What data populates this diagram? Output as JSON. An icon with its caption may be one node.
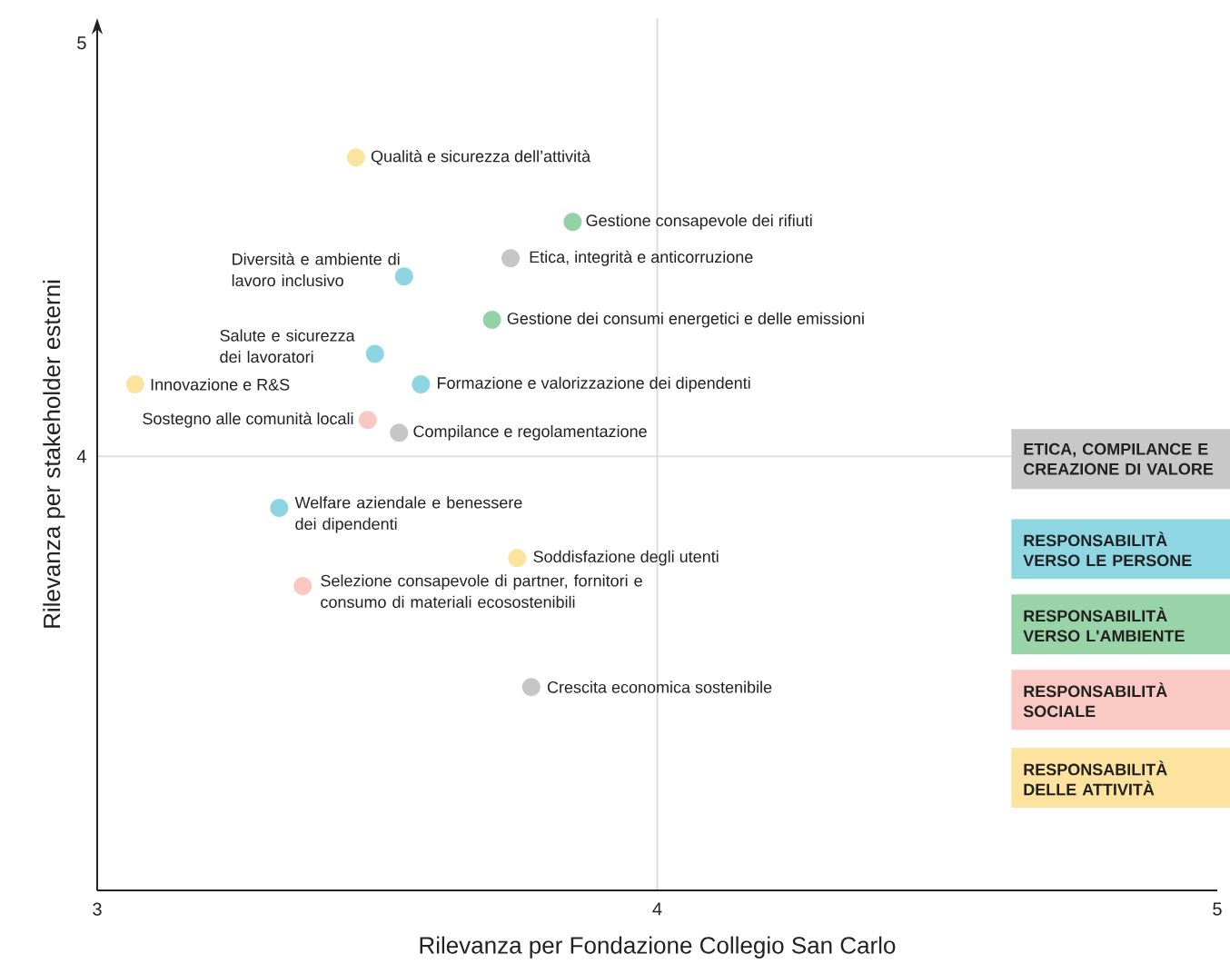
{
  "diagram": {
    "chart_data": {
      "type": "scatter",
      "xlabel": "Rilevanza per Fondazione Collegio San Carlo",
      "ylabel": "Rilevanza per stakeholder esterni",
      "xlim": [
        3,
        5
      ],
      "ylim": [
        2.95,
        5.06
      ],
      "xticks": [
        3,
        4,
        5
      ],
      "yticks": [
        4,
        5
      ],
      "series": [
        {
          "color": "#c6c6c6",
          "x": [
            3.738,
            3.539,
            3.775
          ],
          "values": [
            4.479,
            4.057,
            3.442
          ]
        },
        {
          "color": "#8dd5e2",
          "x": [
            3.548,
            3.496,
            3.578,
            3.325
          ],
          "values": [
            4.435,
            4.248,
            4.174,
            3.875
          ]
        },
        {
          "color": "#93d2a6",
          "x": [
            3.849,
            3.705
          ],
          "values": [
            4.567,
            4.33
          ]
        },
        {
          "color": "#f9c8c1",
          "x": [
            3.483,
            3.367
          ],
          "values": [
            4.088,
            3.686
          ]
        },
        {
          "color": "#fde49e",
          "x": [
            3.462,
            3.068,
            3.75
          ],
          "values": [
            4.723,
            4.174,
            3.754
          ]
        }
      ],
      "annotations": [
        {
          "text": "Qualità e sicurezza dell’attività",
          "x": 3.462,
          "y": 4.723
        },
        {
          "text": "Gestione consapevole dei rifiuti",
          "x": 3.849,
          "y": 4.567
        },
        {
          "text": "Etica, integrità e anticorruzione",
          "x": 3.738,
          "y": 4.479
        },
        {
          "text": "Diversità e ambiente di lavoro inclusivo",
          "x": 3.548,
          "y": 4.435
        },
        {
          "text": "Gestione dei consumi energetici e delle emissioni",
          "x": 3.705,
          "y": 4.33
        },
        {
          "text": "Salute e sicurezza dei lavoratori",
          "x": 3.496,
          "y": 4.248
        },
        {
          "text": "Innovazione e R&S",
          "x": 3.068,
          "y": 4.174
        },
        {
          "text": "Formazione e valorizzazione dei dipendenti",
          "x": 3.578,
          "y": 4.174
        },
        {
          "text": "Sostegno alle comunità locali",
          "x": 3.483,
          "y": 4.088
        },
        {
          "text": "Compilance e regolamentazione",
          "x": 3.539,
          "y": 4.057
        },
        {
          "text": "Welfare aziendale e benessere dei dipendenti",
          "x": 3.325,
          "y": 3.875
        },
        {
          "text": "Soddisfazione degli utenti",
          "x": 3.75,
          "y": 3.754
        },
        {
          "text": "Selezione consapevole di partner, fornitori e consumo di materiali ecosostenibili",
          "x": 3.367,
          "y": 3.686
        },
        {
          "text": "Crescita economica sostenibile",
          "x": 3.775,
          "y": 3.442
        }
      ]
    },
    "legend": [
      {
        "text": "ETICA, COMPILANCE E CREAZIONE DI VALORE",
        "color": "#c8c8c8"
      },
      {
        "text": "RESPONSABILITÀ VERSO LE PERSONE",
        "color": "#8fd6e3"
      },
      {
        "text": "RESPONSABILITÀ VERSO L'AMBIENTE",
        "color": "#99d3a8"
      },
      {
        "text": "RESPONSABILITÀ SOCIALE",
        "color": "#fac9c3"
      },
      {
        "text": "RESPONSABILITÀ DELLE ATTIVITÀ",
        "color": "#fde2a0"
      }
    ]
  }
}
